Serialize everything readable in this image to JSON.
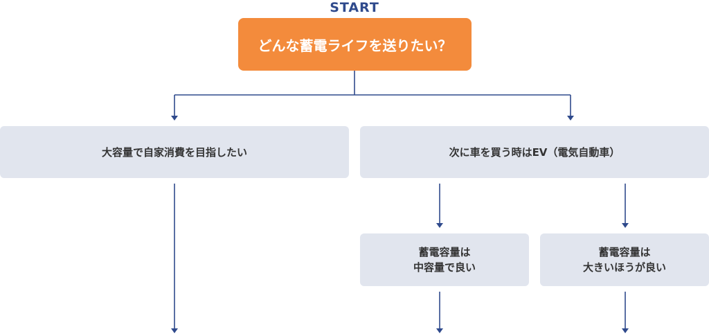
{
  "flowchart": {
    "start_label": "START",
    "question": "どんな蓄電ライフを送りたい？",
    "options": {
      "self_consumption": "大容量で自家消費を目指したい",
      "ev_next": "次に車を買う時はEV（電気自動車）",
      "medium_capacity": {
        "line1": "蓄電容量は",
        "line2": "中容量で良い"
      },
      "large_capacity": {
        "line1": "蓄電容量は",
        "line2": "大きいほうが良い"
      }
    }
  },
  "colors": {
    "start_text": "#2f4a8c",
    "question_fill": "#f38b3c",
    "node_fill": "#e1e5ee",
    "connector": "#2f4a8c",
    "node_text": "#333333"
  }
}
